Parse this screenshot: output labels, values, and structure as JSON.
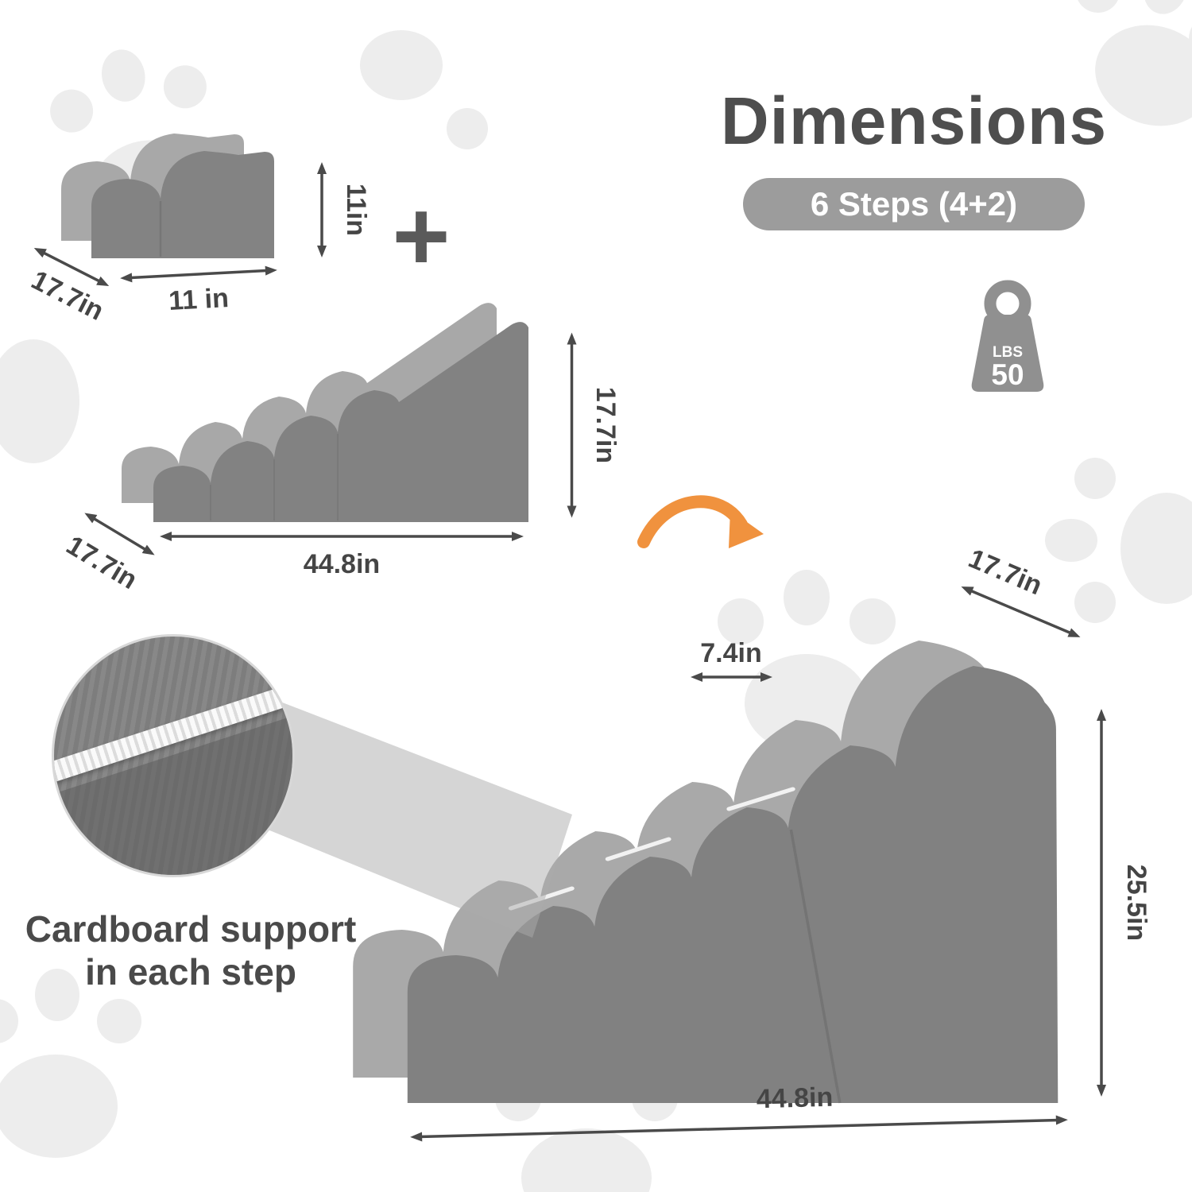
{
  "title": "Dimensions",
  "badge_label": "6 Steps (4+2)",
  "weight_badge": {
    "unit": "LBS",
    "value": "50"
  },
  "plus_sign": "+",
  "small_stairs": {
    "height_label": "11in",
    "depth_label": "17.7in",
    "width_label": "11 in"
  },
  "ramp_stairs": {
    "height_label": "17.7in",
    "depth_label": "17.7in",
    "width_label": "44.8in"
  },
  "combined_stairs": {
    "depth_label": "17.7in",
    "step_depth_label": "7.4in",
    "height_label": "25.5in",
    "width_label": "44.8in"
  },
  "callout": {
    "line1": "Cardboard support",
    "line2": "in each step"
  },
  "icons": {
    "weight_icon": "kettlebell-weight",
    "transform_arrow_icon": "orange-curved-arrow",
    "background": "paw-prints"
  },
  "colors": {
    "accent_orange": "#f0923e",
    "text_gray": "#4a4a4a",
    "badge_gray": "#9c9c9c",
    "foam_front": "#828282",
    "foam_top": "#a8a8a8"
  }
}
